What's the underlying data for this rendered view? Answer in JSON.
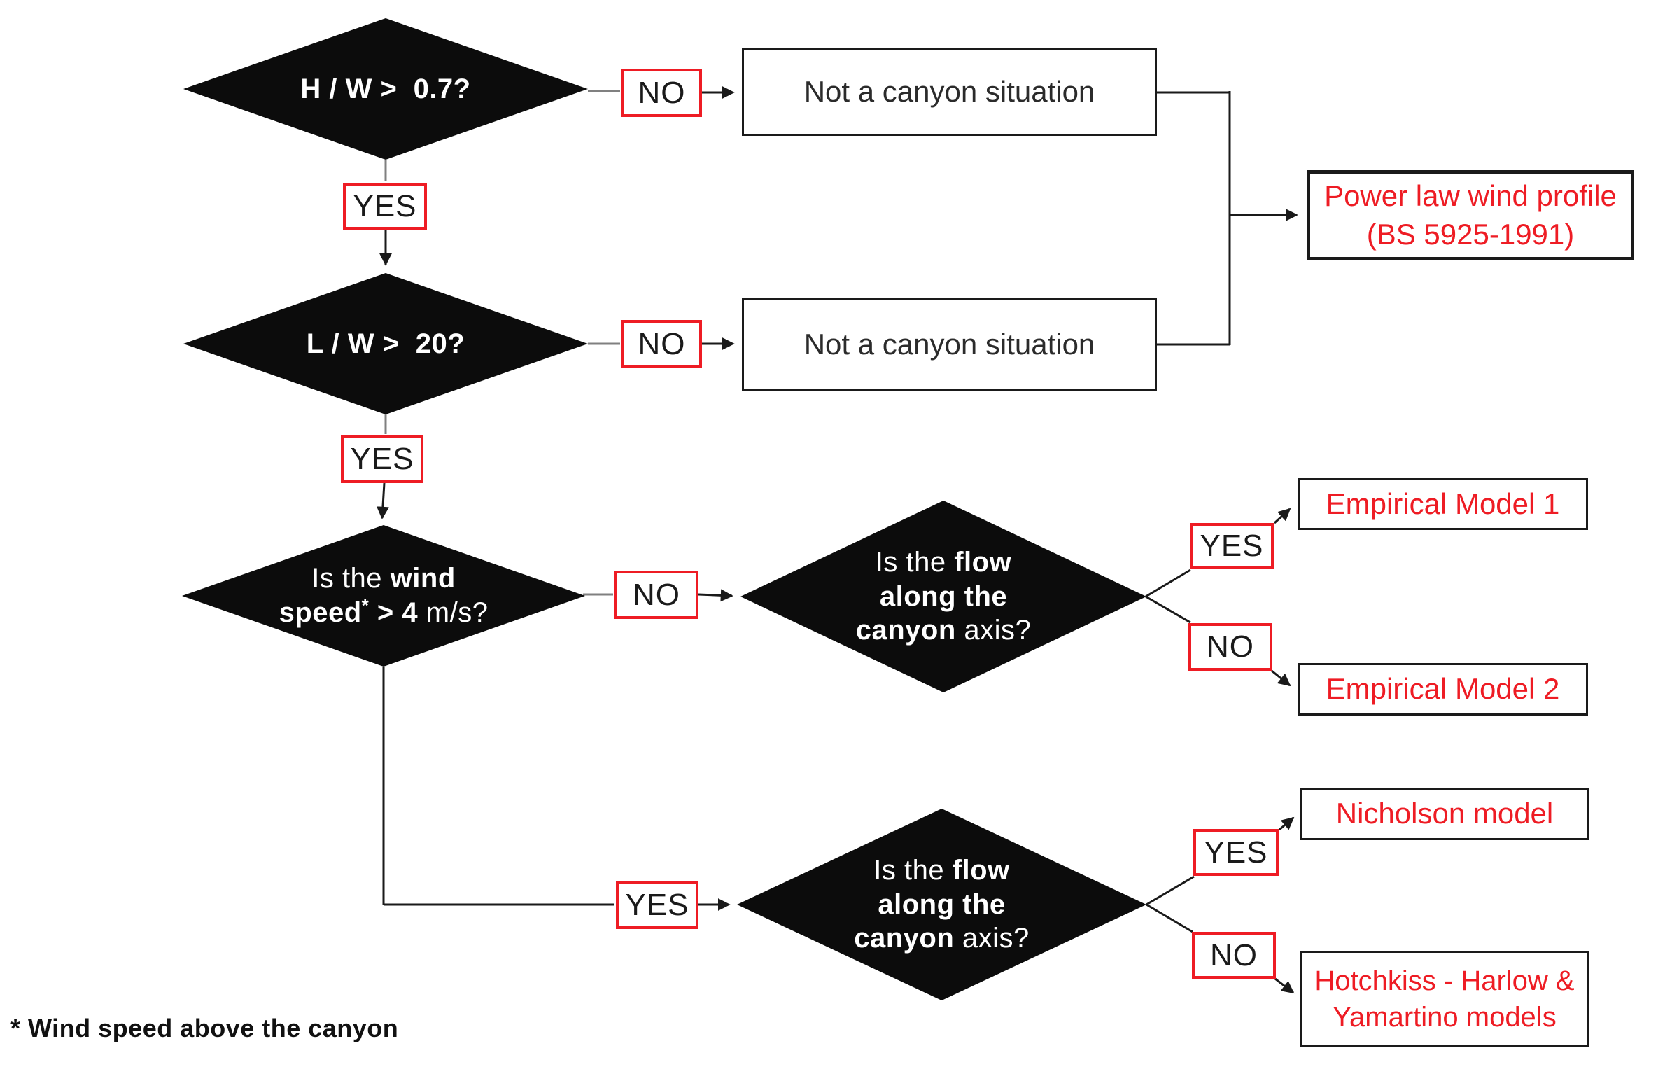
{
  "colors": {
    "accent_red": "#ee1c24",
    "diamond_fill": "#0c0c0c",
    "line_black": "#1a1a1a",
    "line_gray": "#808080",
    "background": "#ffffff"
  },
  "decision_labels": {
    "yes": "YES",
    "no": "NO"
  },
  "diamonds": {
    "hw_ratio": {
      "lines": [
        [
          {
            "text": "H / W >  0.7?",
            "bold": true
          }
        ]
      ]
    },
    "lw_ratio": {
      "lines": [
        [
          {
            "text": "L / W >  20?",
            "bold": true
          }
        ]
      ]
    },
    "wind_speed": {
      "lines": [
        [
          {
            "text": "Is the ",
            "bold": false
          },
          {
            "text": "wind",
            "bold": true
          }
        ],
        [
          {
            "text": "speed",
            "bold": true
          },
          {
            "text": "*",
            "bold": true,
            "sup": true
          },
          {
            "text": " > 4",
            "bold": true
          },
          {
            "text": " m/s?",
            "bold": false
          }
        ]
      ]
    },
    "flow_axis_low_wind": {
      "lines": [
        [
          {
            "text": "Is the ",
            "bold": false
          },
          {
            "text": "flow",
            "bold": true
          }
        ],
        [
          {
            "text": "along the",
            "bold": true
          }
        ],
        [
          {
            "text": "canyon",
            "bold": true
          },
          {
            "text": " axis?",
            "bold": false
          }
        ]
      ]
    },
    "flow_axis_high_wind": {
      "lines": [
        [
          {
            "text": "Is the ",
            "bold": false
          },
          {
            "text": "flow",
            "bold": true
          }
        ],
        [
          {
            "text": "along the",
            "bold": true
          }
        ],
        [
          {
            "text": "canyon",
            "bold": true
          },
          {
            "text": " axis?",
            "bold": false
          }
        ]
      ]
    }
  },
  "outcomes": {
    "not_canyon_1": "Not a canyon situation",
    "not_canyon_2": "Not a canyon situation",
    "power_law": "Power law wind profile (BS 5925-1991)",
    "empirical_1": "Empirical Model 1",
    "empirical_2": "Empirical Model 2",
    "nicholson": "Nicholson model",
    "hotchkiss": "Hotchkiss - Harlow & Yamartino models"
  },
  "footnote": "* Wind speed above the canyon"
}
